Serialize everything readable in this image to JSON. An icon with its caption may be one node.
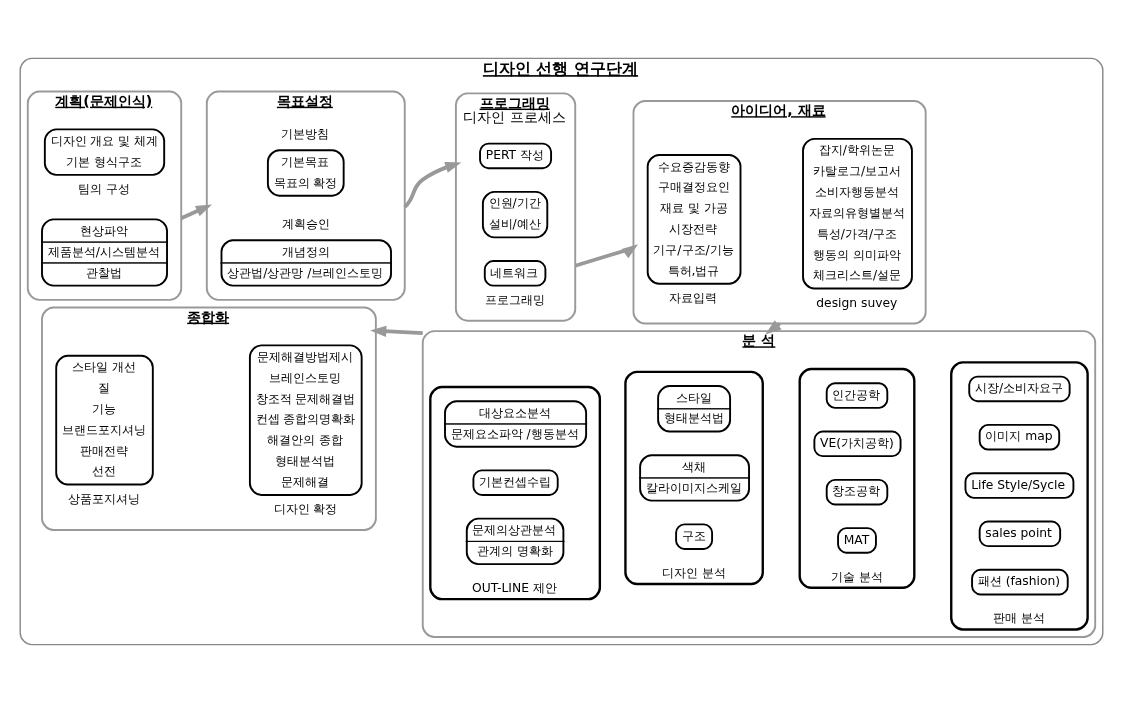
{
  "diagram": {
    "nodes": [
      {
        "text": [
          "디자인 선행 연구단계"
        ]
      },
      {
        "text": [
          "계획(문제인식)"
        ],
        "in": 0
      },
      {
        "text": [
          "디자인 개요 및 체계",
          "기본 형식구조"
        ],
        "beside": [
          "팀의 구성"
        ],
        "in": 1
      },
      {
        "text": [
          "현상파악",
          "제품분석/시스템분석",
          "관찰법"
        ],
        "in": 1
      },
      {
        "text": [
          "목표설정"
        ],
        "in": 0
      },
      {
        "text": [
          "기본목표",
          "목표의 확정"
        ],
        "beside": [
          "기본방침"
        ],
        "in": 4
      },
      {
        "text": [
          "개념정의",
          "상관법/상관망 /브레인스토밍"
        ],
        "beside": [
          "계획승인"
        ],
        "in": 4
      },
      {
        "text": [
          "프로그래밍",
          "디자인 프로세스"
        ],
        "in": 0
      },
      {
        "text": [
          "PERT 작성"
        ],
        "in": 7
      },
      {
        "text": [
          "인원/기간",
          "설비/예산"
        ],
        "in": 7
      },
      {
        "text": [
          "네트워크"
        ],
        "beside": [
          "프로그래밍"
        ],
        "in": 7
      },
      {
        "text": [
          "아이디어, 재료"
        ],
        "in": 0
      },
      {
        "text": [
          "수요증감동향",
          "구매결정요인",
          "재료 및 가공",
          "시장전략",
          "기구/구조/기능",
          "특허,법규"
        ],
        "beside": [
          "자료입력"
        ],
        "in": 11
      },
      {
        "text": [
          "잡지/학위논문",
          "카탈로그/보고서",
          "소비자행동분석",
          "자료의유형별분석",
          "특성/가격/구조",
          "행동의 의미파악",
          "체크리스트/설문"
        ],
        "beside": [
          "design suvey"
        ],
        "in": 11
      },
      {
        "text": [
          "분 석"
        ],
        "in": 0
      },
      {
        "text": [],
        "shape": "box",
        "beside": [
          "OUT-LINE 제안"
        ],
        "in": 14
      },
      {
        "text": [
          "대상요소분석",
          "문제요소파악 /행동분석"
        ],
        "in": 15
      },
      {
        "text": [
          "기본컨셉수립"
        ],
        "in": 15
      },
      {
        "text": [
          "문제의상관분석",
          "관계의 명확화"
        ],
        "in": 15
      },
      {
        "text": [],
        "shape": "box",
        "beside": [
          "디자인 분석"
        ],
        "in": 14
      },
      {
        "text": [
          "스타일",
          "형태분석법"
        ],
        "in": 19
      },
      {
        "text": [
          "색채",
          "칼라이미지스케일"
        ],
        "in": 19
      },
      {
        "text": [
          "구조"
        ],
        "in": 19
      },
      {
        "text": [],
        "shape": "box",
        "beside": [
          "기술 분석"
        ],
        "in": 14
      },
      {
        "text": [
          "인간공학"
        ],
        "in": 23
      },
      {
        "text": [
          "VE(가치공학)"
        ],
        "in": 23
      },
      {
        "text": [
          "창조공학"
        ],
        "in": 23
      },
      {
        "text": [
          "MAT"
        ],
        "in": 23
      },
      {
        "text": [],
        "shape": "box",
        "beside": [
          "판매 분석"
        ],
        "in": 14
      },
      {
        "text": [
          "시장/소비자요구"
        ],
        "in": 28
      },
      {
        "text": [
          "이미지 map"
        ],
        "in": 28
      },
      {
        "text": [
          "Life Style/Sycle"
        ],
        "in": 28
      },
      {
        "text": [
          "sales point"
        ],
        "in": 28
      },
      {
        "text": [
          "패션 (fashion)"
        ],
        "in": 28
      },
      {
        "text": [
          "종합화"
        ],
        "in": 0
      },
      {
        "text": [
          "스타일 개선",
          "질",
          "기능",
          "브랜드포지셔닝",
          "판매전략",
          "선전"
        ],
        "beside": [
          "상품포지셔닝"
        ],
        "in": 34
      },
      {
        "text": [
          "문제해결방법제시",
          "브레인스토밍",
          "창조적 문제해결법",
          "컨셉 종합의명확화",
          "해결안의 종합",
          "형태분석법",
          "문제해결"
        ],
        "beside": [
          "디자인 확정"
        ],
        "in": 34
      }
    ],
    "edges": [
      {
        "from": 1,
        "to": 4,
        "arrow": "to"
      },
      {
        "from": 4,
        "to": 7,
        "arrow": "to"
      },
      {
        "from": 7,
        "to": 11,
        "arrow": "to"
      },
      {
        "from": 11,
        "to": 14,
        "arrow": "to"
      },
      {
        "from": 14,
        "to": 34,
        "arrow": "to"
      }
    ]
  }
}
